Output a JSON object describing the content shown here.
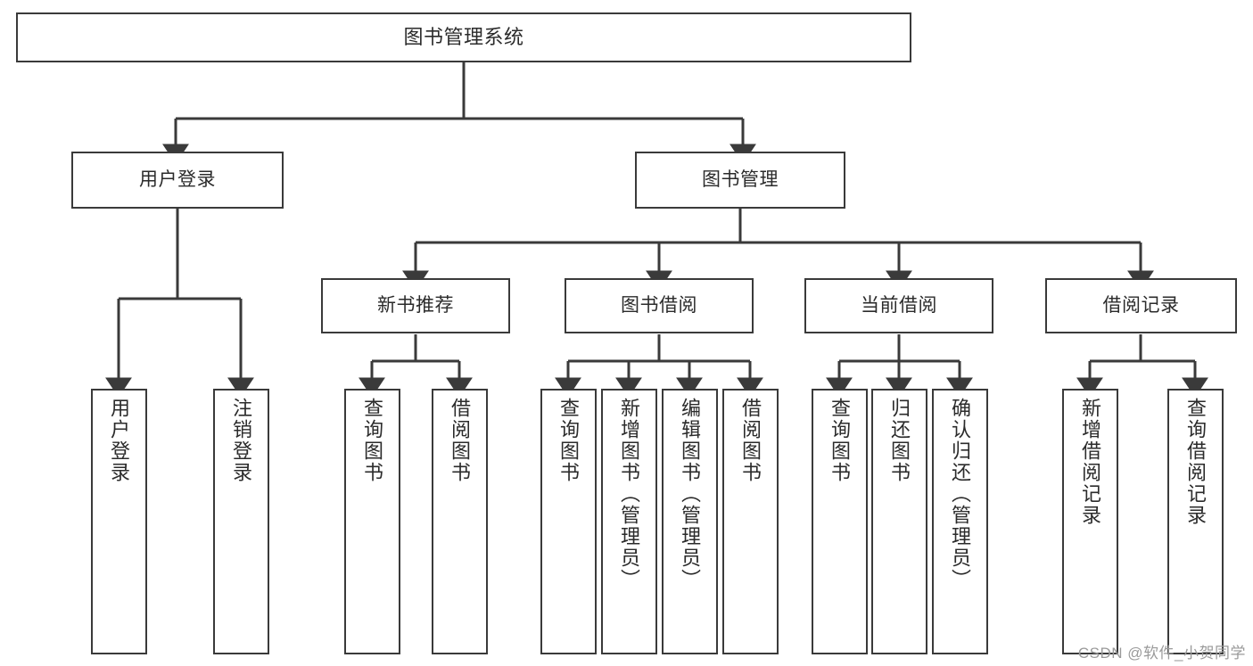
{
  "diagram": {
    "title": "图书管理系统",
    "type": "tree",
    "style": {
      "box_border_color": "#3a3a3a",
      "box_fill_color": "#ffffff",
      "connector_color": "#3a3a3a",
      "text_color": "#2b2b2b",
      "background_color": "#ffffff"
    },
    "nodes": {
      "root": {
        "label": "图书管理系统"
      },
      "level1": [
        {
          "label": "用户登录"
        },
        {
          "label": "图书管理"
        }
      ],
      "level2": [
        {
          "label": "新书推荐"
        },
        {
          "label": "图书借阅"
        },
        {
          "label": "当前借阅"
        },
        {
          "label": "借阅记录"
        }
      ],
      "leaves": {
        "user_login": [
          {
            "label": "用户登录"
          },
          {
            "label": "注销登录"
          }
        ],
        "new_book_recommend": [
          {
            "label": "查询图书"
          },
          {
            "label": "借阅图书"
          }
        ],
        "book_borrow": [
          {
            "label": "查询图书"
          },
          {
            "label": "新增图书（管理员）"
          },
          {
            "label": "编辑图书（管理员）"
          },
          {
            "label": "借阅图书"
          }
        ],
        "current_borrow": [
          {
            "label": "查询图书"
          },
          {
            "label": "归还图书"
          },
          {
            "label": "确认归还（管理员）"
          }
        ],
        "borrow_record": [
          {
            "label": "新增借阅记录"
          },
          {
            "label": "查询借阅记录"
          }
        ]
      }
    }
  },
  "watermark": {
    "text": "CSDN @软件_小贺同学"
  }
}
